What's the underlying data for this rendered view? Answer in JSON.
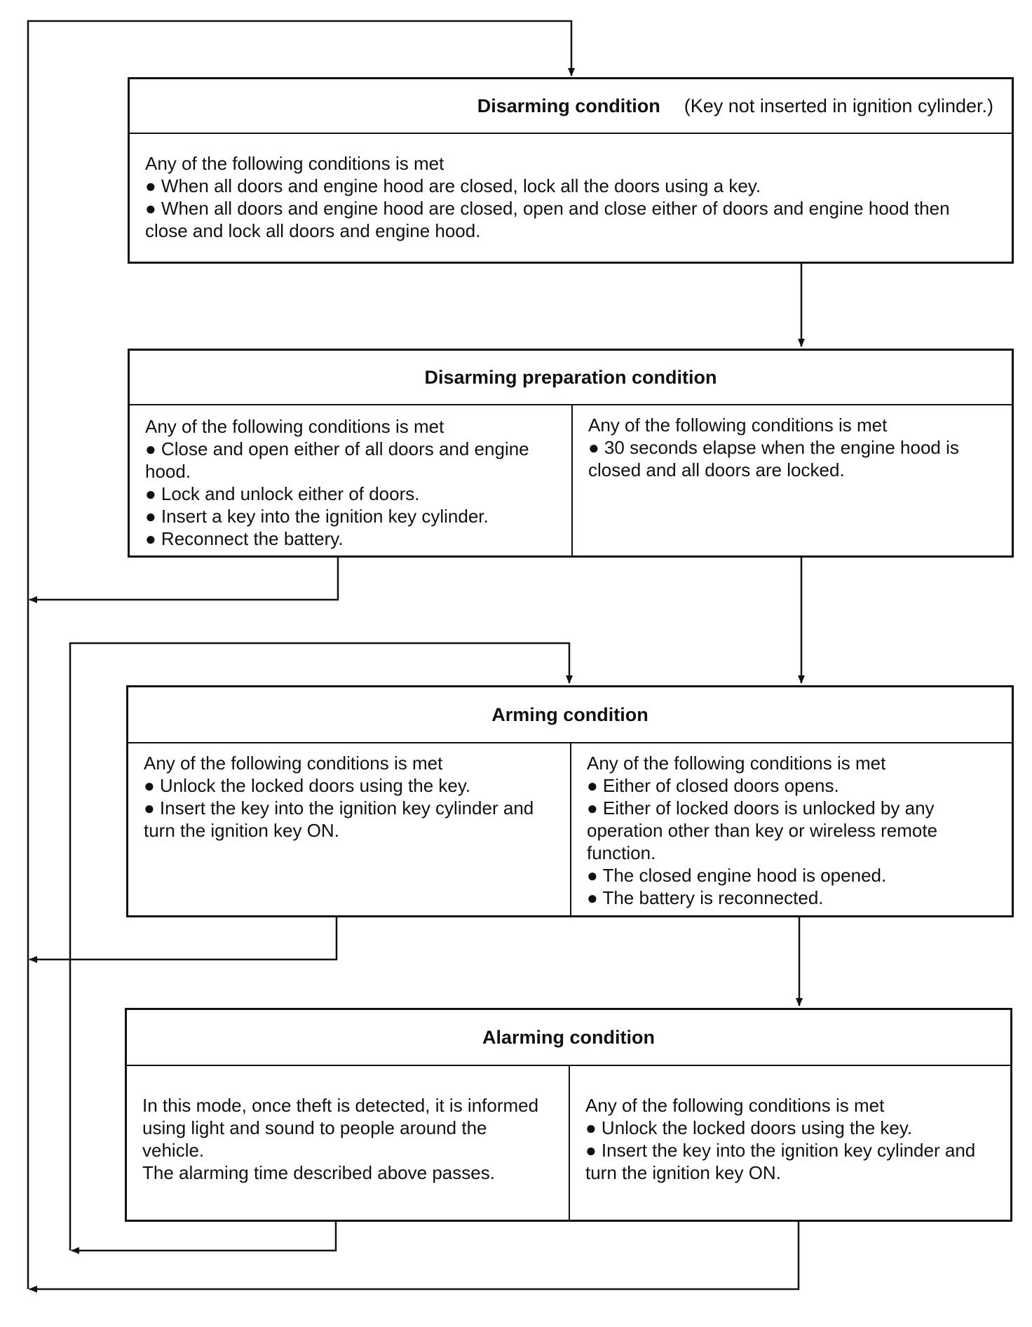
{
  "boxes": {
    "disarming": {
      "title": "Disarming condition",
      "note": "(Key not inserted in ignition cylinder.)",
      "text": "Any of the following conditions is met\n● When all doors and engine hood are closed, lock all the doors using a key.\n● When all doors and engine hood are closed, open and close either of doors and engine hood then close and lock all doors and engine hood."
    },
    "preparation": {
      "title": "Disarming preparation condition",
      "left": "Any of the following conditions is met\n● Close and open either of all doors and engine hood.\n● Lock and unlock either of doors.\n● Insert a key into the ignition key cylinder.\n● Reconnect the battery.",
      "right": "Any of the following conditions is met\n● 30 seconds elapse when the engine hood is closed and all doors are locked."
    },
    "arming": {
      "title": "Arming condition",
      "left": "Any of the following conditions is met\n● Unlock the locked doors using the key.\n● Insert the key into the ignition key cylinder and turn the ignition key ON.",
      "right": "Any of the following conditions is met\n● Either of closed doors opens.\n● Either of locked doors is unlocked by any operation other than key or wireless remote function.\n● The closed engine hood is opened.\n● The battery is reconnected."
    },
    "alarming": {
      "title": "Alarming condition",
      "left": "In this mode, once theft is detected, it is informed using light and sound to people around the vehicle.\nThe alarming time described above passes.",
      "right": "Any of the following conditions is met\n● Unlock the locked doors using the key.\n● Insert the key into the ignition key cylinder and turn the ignition key ON."
    }
  }
}
